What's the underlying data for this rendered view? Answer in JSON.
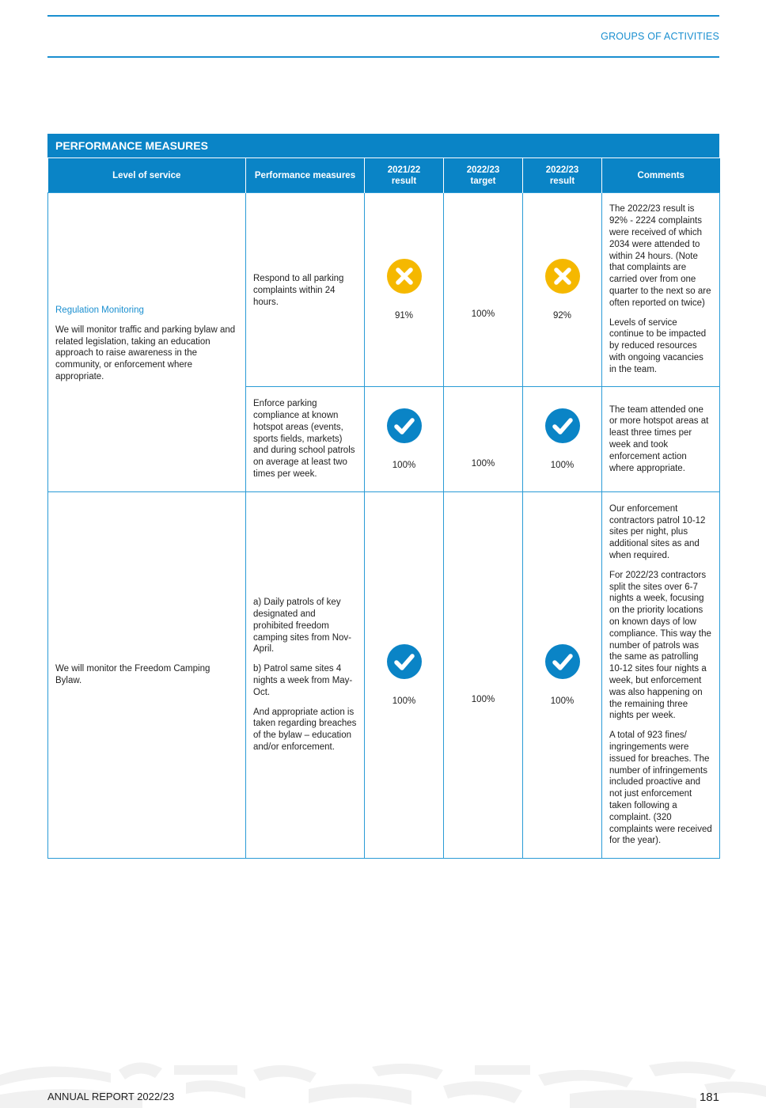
{
  "header": {
    "section": "GROUPS OF ACTIVITIES"
  },
  "table": {
    "title": "PERFORMANCE MEASURES",
    "columns": {
      "level": "Level of service",
      "measure": "Performance measures",
      "r2122_line1": "2021/22",
      "r2122_line2": "result",
      "t2223_line1": "2022/23",
      "t2223_line2": "target",
      "r2223_line1": "2022/23",
      "r2223_line2": "result",
      "comments": "Comments"
    },
    "group1": {
      "level_title": "Regulation Monitoring",
      "level_text": "We will monitor traffic and parking bylaw and related legislation, taking an education approach to raise awareness in the community, or enforcement where appropriate.",
      "row1": {
        "measure": "Respond to all parking complaints within 24 hours.",
        "r2122": "91%",
        "r2122_status": "not-achieved",
        "target": "100%",
        "r2223": "92%",
        "r2223_status": "not-achieved",
        "comment1": "The 2022/23 result is 92% - 2224 complaints were received of which 2034 were attended to within 24 hours. (Note that complaints are carried over from one quarter to the next so are often reported on twice)",
        "comment2": "Levels of service continue to be impacted by reduced resources with ongoing vacancies in the team."
      },
      "row2": {
        "measure": "Enforce parking compliance at known hotspot areas (events, sports fields, markets) and during school patrols on average at least two times per week.",
        "r2122": "100%",
        "r2122_status": "achieved",
        "target": "100%",
        "r2223": "100%",
        "r2223_status": "achieved",
        "comment1": "The team attended one or more hotspot areas at least three times per week and took enforcement action where appropriate."
      }
    },
    "group2": {
      "level_text": "We will monitor the Freedom Camping Bylaw.",
      "measure1": "a) Daily patrols of key designated and prohibited freedom camping sites from Nov-April.",
      "measure2": "b) Patrol same sites 4 nights a week from May-Oct.",
      "measure3": "And appropriate action is taken regarding breaches of the bylaw – education and/or enforcement.",
      "r2122": "100%",
      "r2122_status": "achieved",
      "target": "100%",
      "r2223": "100%",
      "r2223_status": "achieved",
      "comment1": "Our enforcement contractors patrol 10-12 sites per night, plus additional sites as and when required.",
      "comment2": "For 2022/23 contractors split the sites over 6-7 nights a week, focusing on the priority locations on known days of low compliance. This way the number of patrols was the same as patrolling 10-12 sites four nights a week, but enforcement was also happening on the remaining three nights per week.",
      "comment3": "A total of 923 fines/ ingringements were issued for breaches. The number of infringements included proactive and not just enforcement taken following a complaint. (320 complaints were received for the year)."
    }
  },
  "colors": {
    "accent": "#0a84c6",
    "fail": "#f5b800",
    "pass": "#0a84c6"
  },
  "footer": {
    "report": "ANNUAL REPORT 2022/23",
    "page": "181"
  }
}
